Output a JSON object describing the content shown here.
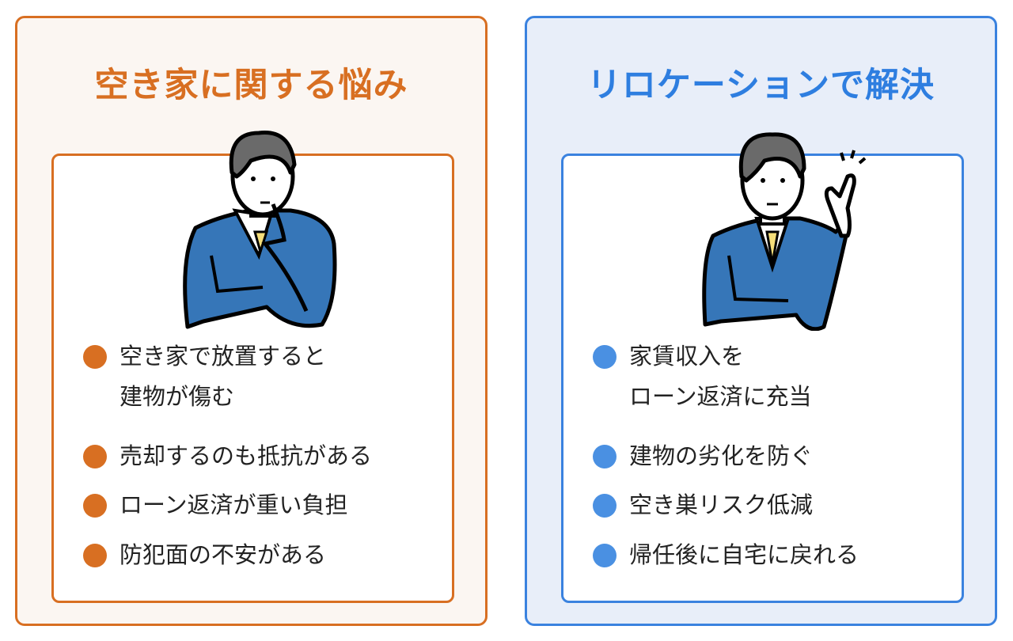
{
  "left": {
    "title": "空き家に関する悩み",
    "items": [
      {
        "line1": "空き家で放置すると",
        "line2": "建物が傷む"
      },
      {
        "line1": "売却するのも抵抗がある"
      },
      {
        "line1": "ローン返済が重い負担"
      },
      {
        "line1": "防犯面の不安がある"
      }
    ]
  },
  "right": {
    "title": "リロケーションで解決",
    "items": [
      {
        "line1": "家賃収入を",
        "line2": "ローン返済に充当"
      },
      {
        "line1": "建物の劣化を防ぐ"
      },
      {
        "line1": "空き巣リスク低減"
      },
      {
        "line1": "帰任後に自宅に戻れる"
      }
    ]
  },
  "colors": {
    "orange": "#d86f22",
    "blue": "#3a82df",
    "suit": "#3676b8",
    "hair": "#6a6a6a",
    "tie": "#f5de7a"
  }
}
